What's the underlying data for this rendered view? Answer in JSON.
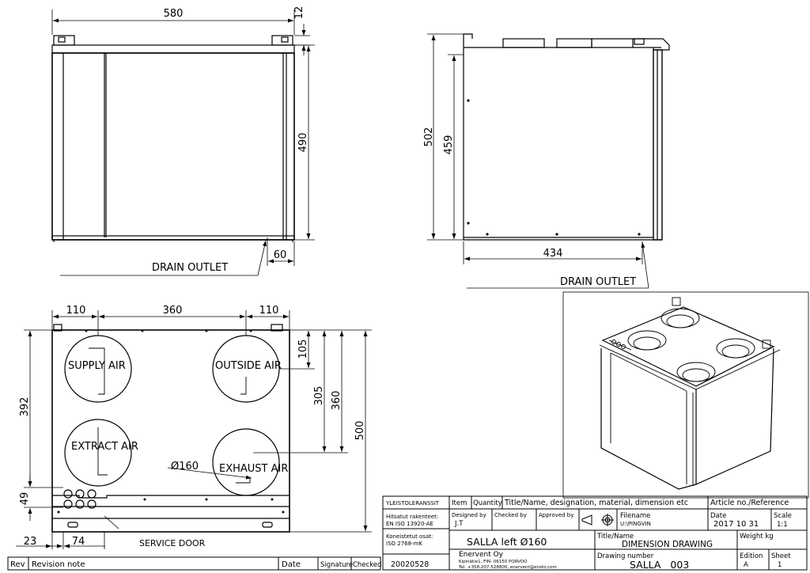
{
  "front_view": {
    "width_dim": "580",
    "top_dim": "12",
    "height_dim": "490",
    "drain_offset_dim": "60",
    "drain_label": "DRAIN OUTLET"
  },
  "side_view": {
    "height_dim": "502",
    "inner_height_dim": "459",
    "depth_dim": "434",
    "drain_label": "DRAIN OUTLET"
  },
  "top_view": {
    "dims_top": [
      "110",
      "360",
      "110"
    ],
    "dim_392": "392",
    "dim_49": "49",
    "dim_105": "105",
    "dim_305": "305",
    "dim_360": "360",
    "dim_500": "500",
    "dim_23": "23",
    "dim_74": "74",
    "diameter": "Ø160",
    "ports": {
      "supply": "SUPPLY AIR",
      "outside": "OUTSIDE AIR",
      "extract": "EXTRACT AIR",
      "exhaust": "EXHAUST AIR"
    },
    "service_door": "SERVICE DOOR"
  },
  "revision_bar": {
    "rev": "Rev",
    "note": "Revision note",
    "date": "Date",
    "signature": "Signature",
    "checked": "Checked"
  },
  "title_block": {
    "general_tolerances": "YLEISTOLERANSSIT",
    "welded": "Hitsatut rakenteet:",
    "welded_std": "EN ISO 13920-AE",
    "machined": "Koneistetut osat:",
    "machined_std": "ISO 2768-mK",
    "doc_number": "20020528",
    "item": "Item",
    "quantity": "Quantity",
    "description_header": "Title/Name, designation, material, dimension etc",
    "article_header": "Article no./Reference",
    "designed_by": "Designed by",
    "designer": "J.T",
    "checked_by": "Checked by",
    "approved_by": "Approved by",
    "filename_label": "Filename",
    "filename": "U:\\PINGVIN",
    "date_label": "Date",
    "date": "2017 10 31",
    "scale_label": "Scale",
    "scale": "1:1",
    "product": "SALLA left Ø160",
    "title_label": "Title/Name",
    "title": "DIMENSION DRAWING",
    "weight_label": "Weight kg",
    "company": "Enervent Oy",
    "address": "Kipinätie1, FIN- 06150 PORVOO",
    "contact": "Tel. +358-207-528800, enervent@ensto.com",
    "drawing_number_label": "Drawing number",
    "drawing_number": "SALLA   003",
    "edition_label": "Edition",
    "edition": "A",
    "sheet_label": "Sheet",
    "sheet": "1"
  }
}
